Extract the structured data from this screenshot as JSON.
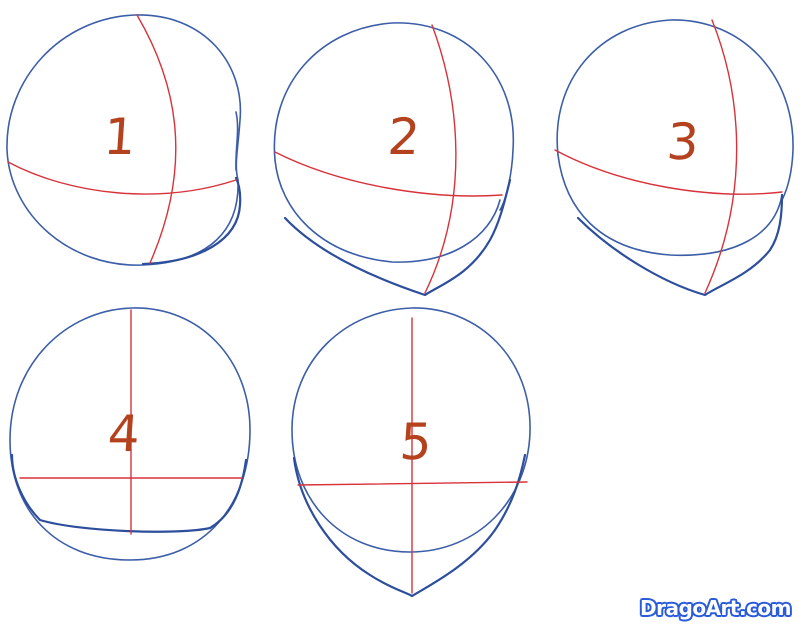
{
  "steps": [
    {
      "label": "1"
    },
    {
      "label": "2"
    },
    {
      "label": "3"
    },
    {
      "label": "4"
    },
    {
      "label": "5"
    }
  ],
  "watermark": {
    "text": "DragoArt.com"
  },
  "colors": {
    "outline": "#3c5ea8",
    "guide": "#d8323a",
    "number": "#b5421e"
  }
}
